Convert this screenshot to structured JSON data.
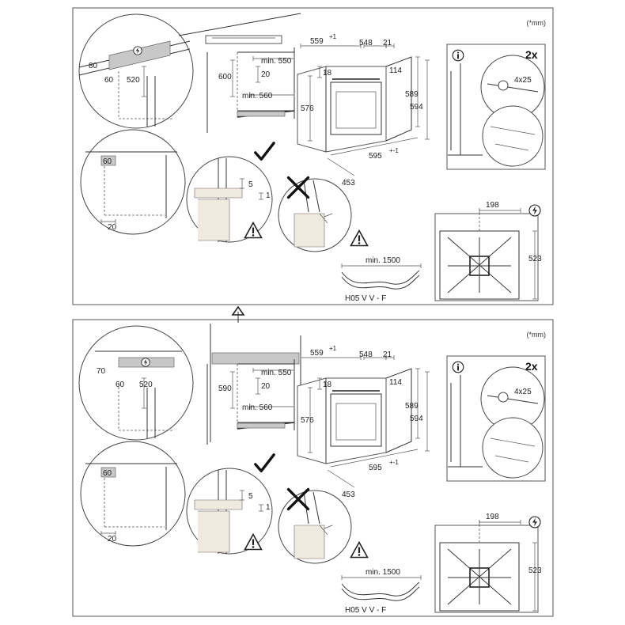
{
  "units_note": "(*mm)",
  "panels": [
    {
      "id": "top",
      "cabinet": {
        "d80": "80",
        "d60": "60",
        "d520": "520",
        "d600": "600",
        "min550": "min. 550",
        "d20": "20",
        "min560": "min. 560",
        "d60b": "60",
        "d20b": "20"
      },
      "oven": {
        "d559": "559",
        "d559_tol": "+1",
        "d548": "548",
        "d21": "21",
        "d18": "18",
        "d114": "114",
        "d576": "576",
        "d589": "589",
        "d594": "594",
        "d595": "595",
        "d595_tol": "+-1",
        "d453": "453"
      },
      "detail": {
        "d5": "5",
        "d1": "1"
      },
      "cable": {
        "min1500": "min. 1500",
        "label": "H05 V V - F"
      },
      "screws": {
        "count": "2x",
        "size": "4x25"
      },
      "front": {
        "d198": "198",
        "d523": "523"
      }
    },
    {
      "id": "bottom",
      "cabinet": {
        "d70": "70",
        "d60": "60",
        "d520": "520",
        "d590": "590",
        "min550": "min. 550",
        "d20": "20",
        "min560": "min. 560",
        "d60b": "60",
        "d20b": "20"
      },
      "oven": {
        "d559": "559",
        "d559_tol": "+1",
        "d548": "548",
        "d21": "21",
        "d18": "18",
        "d114": "114",
        "d576": "576",
        "d589": "589",
        "d594": "594",
        "d595": "595",
        "d595_tol": "+-1",
        "d453": "453"
      },
      "detail": {
        "d5": "5",
        "d1": "1"
      },
      "cable": {
        "min1500": "min. 1500",
        "label": "H05 V V - F"
      },
      "screws": {
        "count": "2x",
        "size": "4x25"
      },
      "front": {
        "d198": "198",
        "d523": "523"
      }
    }
  ]
}
